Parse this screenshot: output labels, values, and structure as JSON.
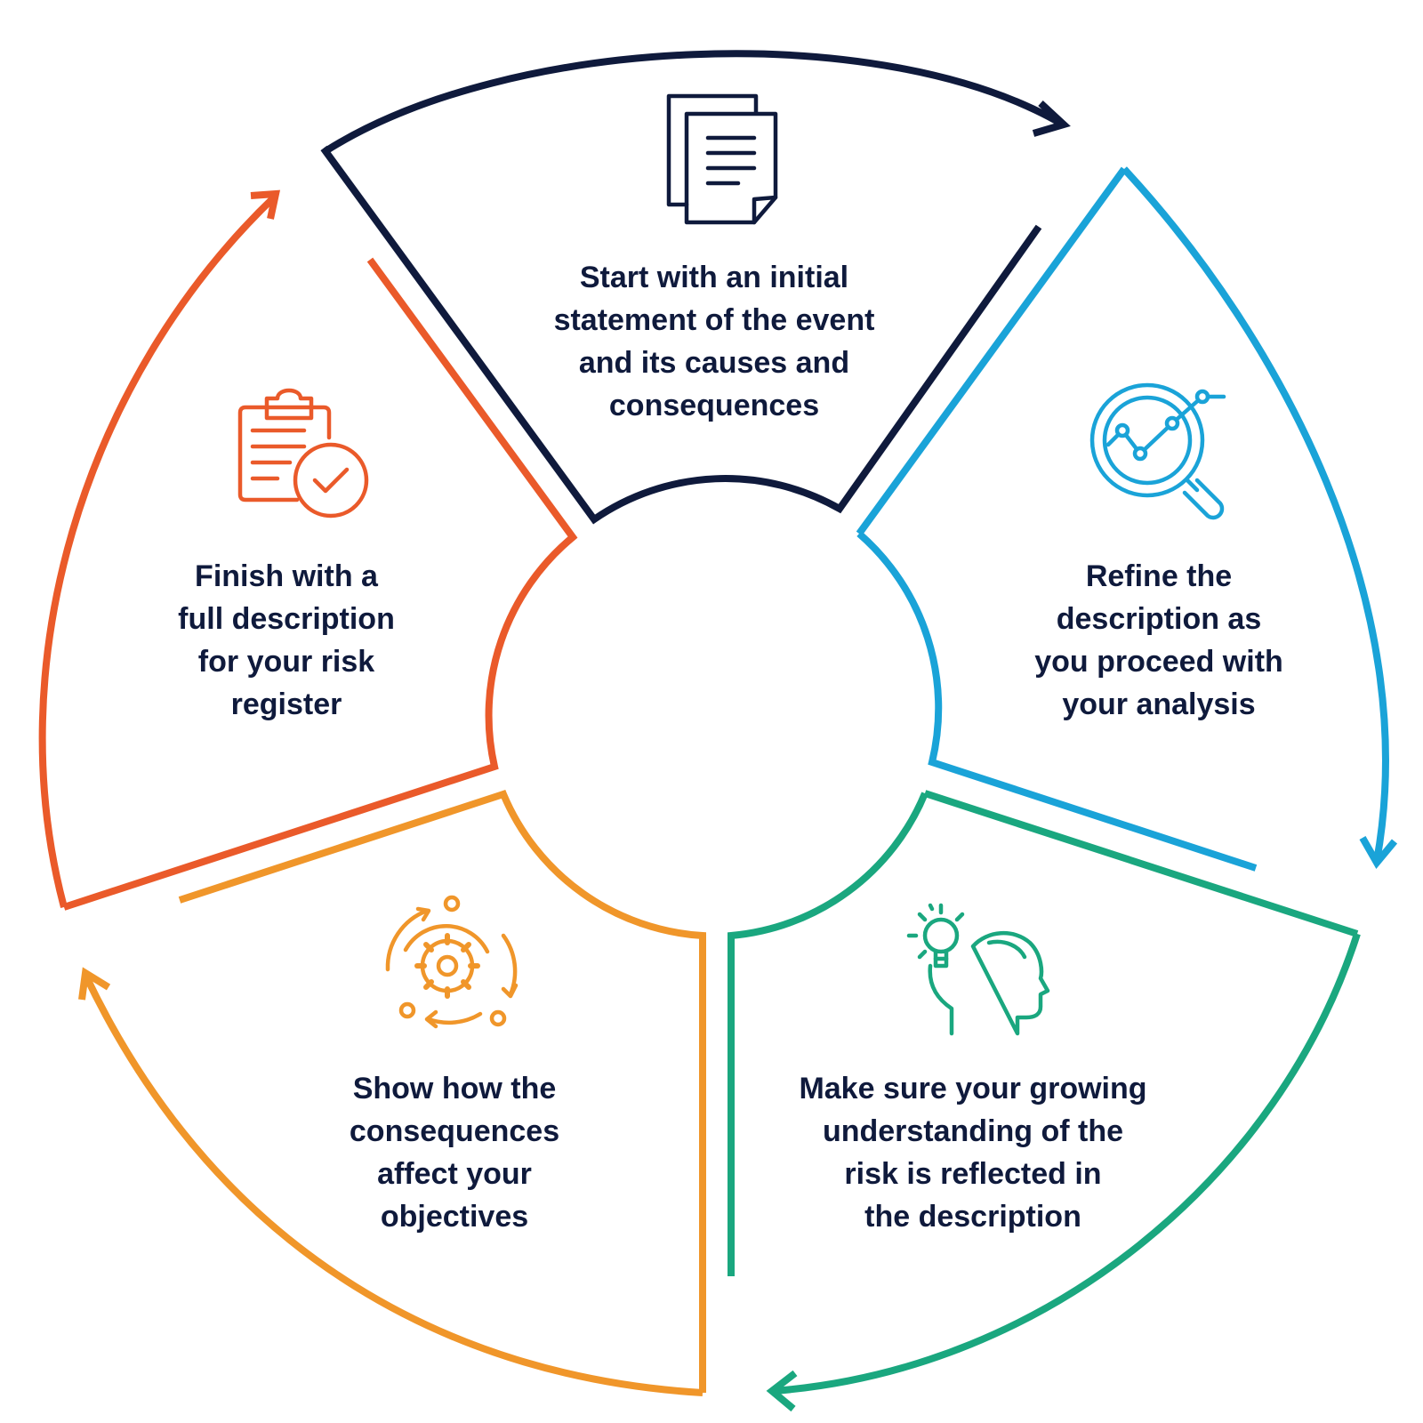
{
  "colors": {
    "navy": "#0f1a3c",
    "blue": "#1aa3d8",
    "green": "#1aa77f",
    "amber": "#f0962a",
    "red": "#ea5a2a"
  },
  "steps": [
    {
      "id": "start",
      "text": "Start with an initial\nstatement of the event\nand its causes and\nconsequences",
      "color": "#0f1a3c",
      "icon": "documents-icon"
    },
    {
      "id": "refine",
      "text": "Refine the\ndescription as\nyou proceed with\nyour analysis",
      "color": "#1aa3d8",
      "icon": "analysis-magnifier-icon"
    },
    {
      "id": "understanding",
      "text": "Make sure your growing\nunderstanding of the\nrisk is reflected in\nthe description",
      "color": "#1aa77f",
      "icon": "idea-head-icon"
    },
    {
      "id": "consequences",
      "text": "Show how the\nconsequences\naffect your\nobjectives",
      "color": "#f0962a",
      "icon": "gear-cycle-icon"
    },
    {
      "id": "finish",
      "text": "Finish with a\nfull description\nfor your risk\nregister",
      "color": "#ea5a2a",
      "icon": "clipboard-check-icon"
    }
  ]
}
